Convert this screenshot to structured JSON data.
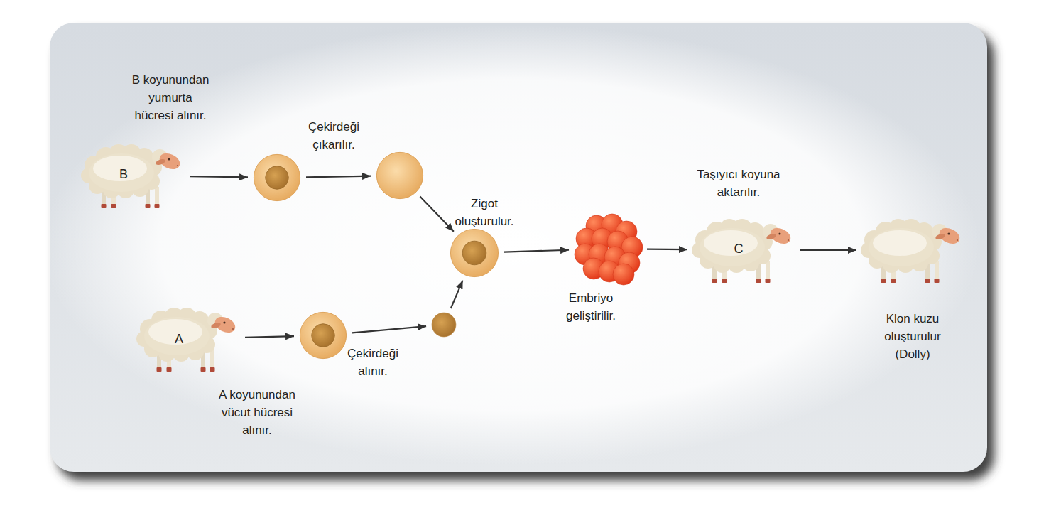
{
  "diagram": {
    "nodes": [
      {
        "text": [
          "B koyunundan yumurta hücresi alınır.",
          "B"
        ]
      },
      {
        "text": []
      },
      {
        "text": []
      },
      {
        "text": [
          "Zigot oluşturulur."
        ]
      },
      {
        "text": [
          "Embriyo geliştirilir."
        ]
      },
      {
        "text": [
          "Taşıyıcı koyuna aktarılır.",
          "C"
        ]
      },
      {
        "text": [
          "Klon kuzu oluşturulur (Dolly)"
        ]
      },
      {
        "text": [
          "A",
          "A koyunundan vücut hücresi alınır."
        ]
      },
      {
        "text": []
      },
      {
        "text": []
      }
    ],
    "edges": [
      {
        "from": 0,
        "to": 1,
        "arrow": "to"
      },
      {
        "from": 1,
        "to": 2,
        "arrow": "to",
        "label": "Çekirdeği çıkarılır."
      },
      {
        "from": 2,
        "to": 3,
        "arrow": "to"
      },
      {
        "from": 7,
        "to": 8,
        "arrow": "to"
      },
      {
        "from": 8,
        "to": 9,
        "arrow": "to",
        "label": "Çekirdeği alınır."
      },
      {
        "from": 9,
        "to": 3,
        "arrow": "to"
      },
      {
        "from": 3,
        "to": 4,
        "arrow": "to"
      },
      {
        "from": 4,
        "to": 5,
        "arrow": "to"
      },
      {
        "from": 5,
        "to": 6,
        "arrow": "to"
      }
    ]
  }
}
